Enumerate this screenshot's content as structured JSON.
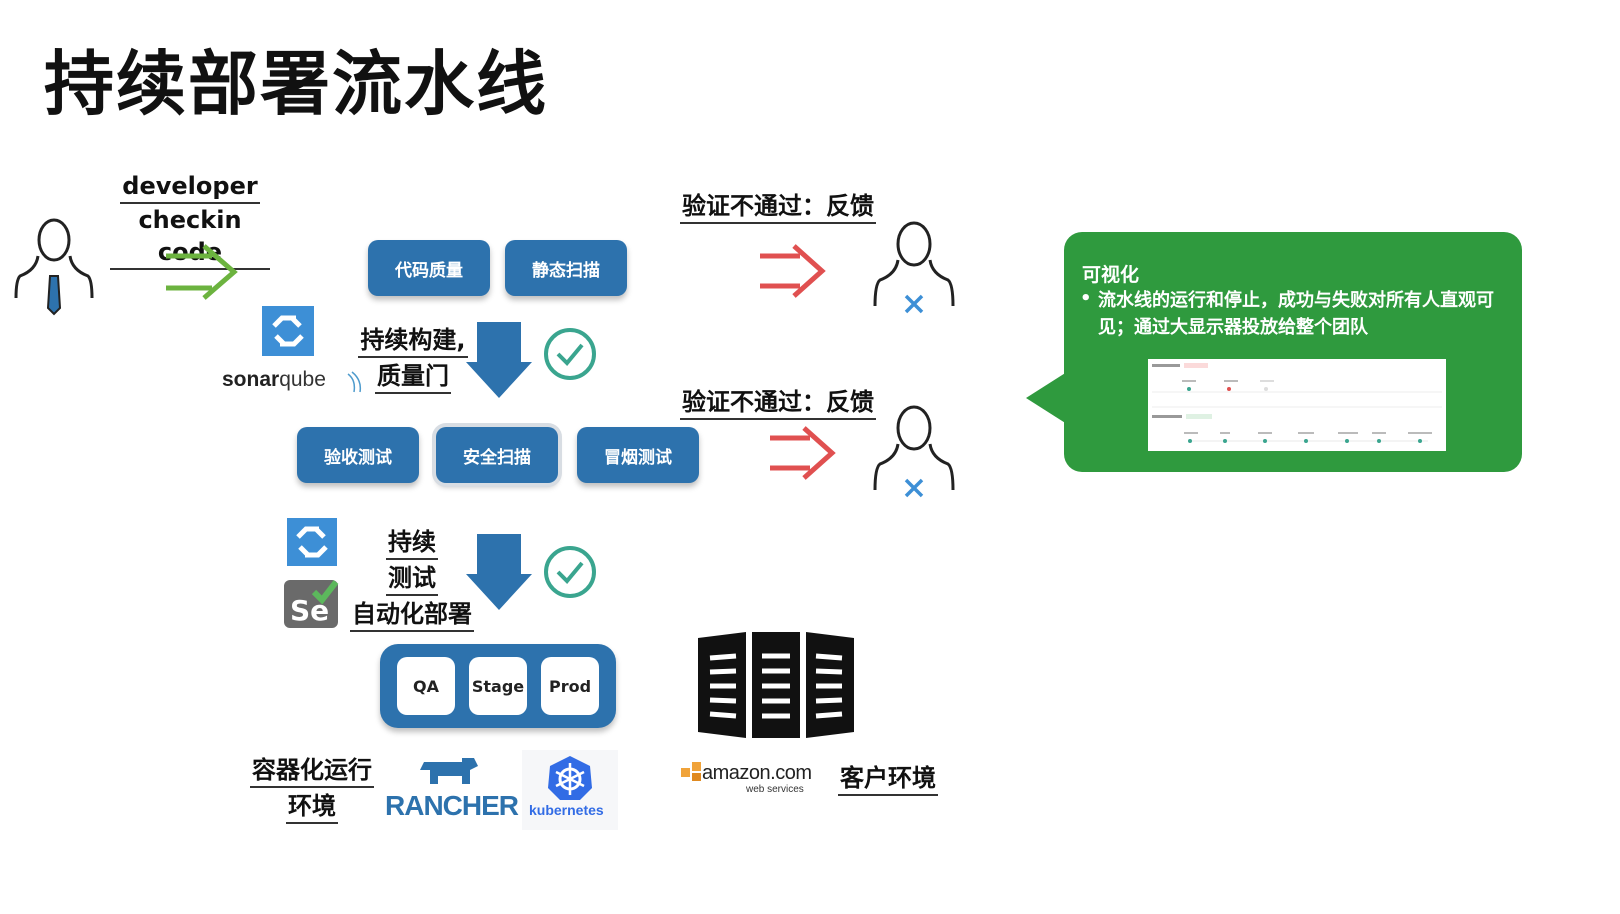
{
  "title": "持续部署流水线",
  "developer": {
    "line1": "developer",
    "line2": "checkin code"
  },
  "top_stages": [
    "代码质量",
    "静态扫描"
  ],
  "ci_label": {
    "line1": "持续构建,",
    "line2": "质量门"
  },
  "test_stages": [
    "验收测试",
    "安全扫描",
    "冒烟测试"
  ],
  "cd_label": {
    "line1": "持续",
    "line2": "测试",
    "line3": "自动化部署"
  },
  "environments": [
    "QA",
    "Stage",
    "Prod"
  ],
  "container_label": {
    "line1": "容器化运行",
    "line2": "环境"
  },
  "feedback_label": "验证不通过：反馈",
  "customer_label": "客户环境",
  "logos": {
    "sonarqube_bold": "sonar",
    "sonarqube_light": "qube",
    "rancher": "RANCHER",
    "kubernetes": "kubernetes",
    "amazon": "amazon.com",
    "aws_sub": "web services",
    "selenium": "Se"
  },
  "visualization": {
    "title": "可视化",
    "bullet": "流水线的运行和停止，成功与失败对所有人直观可见；通过大显示器投放给整个团队"
  },
  "colors": {
    "stage_blue": "#2d72ad",
    "arrow_green": "#6cb33f",
    "arrow_red": "#e05050",
    "check_teal": "#3aa58f",
    "bubble_green": "#2f9a3e",
    "tool_blue": "#3d8fd6"
  }
}
